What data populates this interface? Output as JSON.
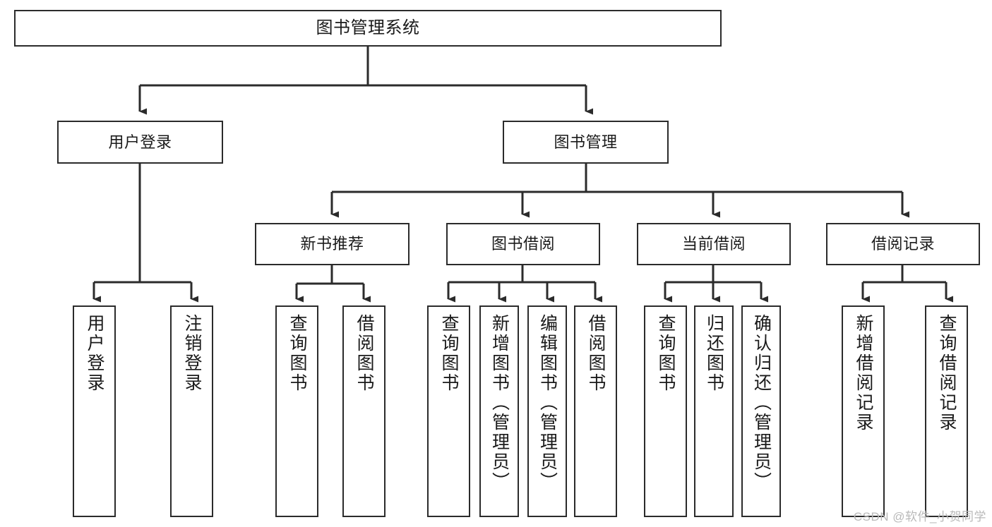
{
  "diagram": {
    "type": "tree",
    "title": "图书管理系统",
    "orientation": "top-down",
    "colors": {
      "box_border": "#2b2b2b",
      "box_fill": "#ffffff",
      "connector": "#2b2b2b",
      "text": "#1a1a1a",
      "watermark": "#b9b9b9",
      "background": "#ffffff"
    },
    "nodes": {
      "root": {
        "label": "图书管理系统"
      },
      "level1": [
        {
          "label": "用户登录"
        },
        {
          "label": "图书管理"
        }
      ],
      "level2": [
        {
          "label": "新书推荐"
        },
        {
          "label": "图书借阅"
        },
        {
          "label": "当前借阅"
        },
        {
          "label": "借阅记录"
        }
      ],
      "leaves": {
        "user_login": [
          {
            "label": "用户登录"
          },
          {
            "label": "注销登录"
          }
        ],
        "new_book_recommend": [
          {
            "label": "查询图书"
          },
          {
            "label": "借阅图书"
          }
        ],
        "book_borrow": [
          {
            "label": "查询图书"
          },
          {
            "label": "新增图书（管理员）"
          },
          {
            "label": "编辑图书（管理员）"
          },
          {
            "label": "借阅图书"
          }
        ],
        "current_borrow": [
          {
            "label": "查询图书"
          },
          {
            "label": "归还图书"
          },
          {
            "label": "确认归还（管理员）"
          }
        ],
        "borrow_record": [
          {
            "label": "新增借阅记录"
          },
          {
            "label": "查询借阅记录"
          }
        ]
      }
    },
    "watermark": "CSDN @软件_小贺同学"
  }
}
